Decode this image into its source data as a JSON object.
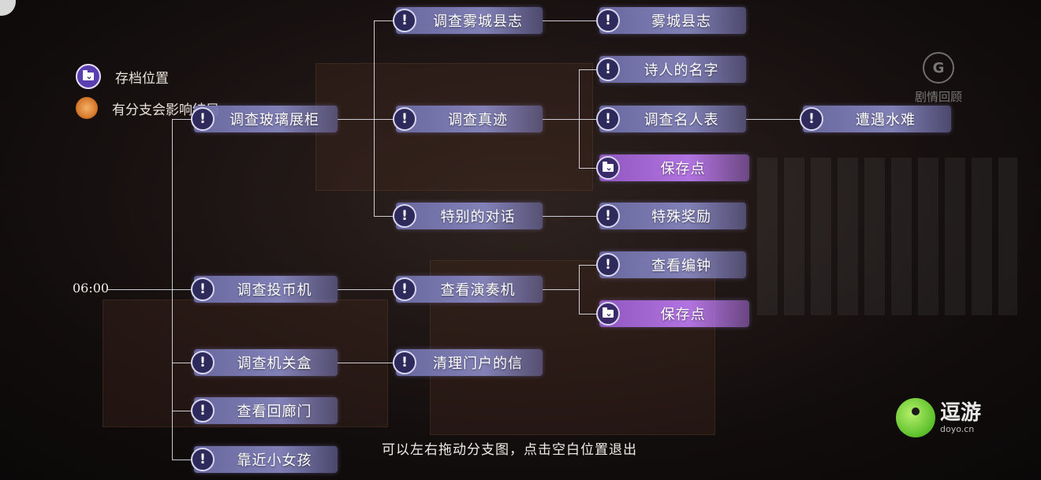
{
  "legend": {
    "save_label": "存档位置",
    "branch_label": "有分支会影响结局"
  },
  "time_label": "06:00",
  "hint": "可以左右拖动分支图，点击空白位置退出",
  "review_button": {
    "label": "剧情回顾",
    "icon": "story-review-icon"
  },
  "watermark": {
    "title": "逗游",
    "sub": "doyo.cn"
  },
  "nodes": {
    "glass_cabinet": "调查玻璃展柜",
    "coin_machine": "调查投币机",
    "mechanism_box": "调查机关盒",
    "corridor_door": "查看回廊门",
    "little_girl": "靠近小女孩",
    "county_records": "调查雾城县志",
    "authentic_works": "调查真迹",
    "special_dialogue": "特别的对话",
    "player_machine": "查看演奏机",
    "clear_letter": "清理门户的信",
    "wucheng_records": "雾城县志",
    "poet_name": "诗人的名字",
    "celebrity_table": "调查名人表",
    "save_point_1": "保存点",
    "special_reward": "特殊奖励",
    "bianzhong": "查看编钟",
    "save_point_2": "保存点",
    "drowning": "遭遇水难"
  },
  "icons": {
    "event": "!",
    "save": "folder-save-icon"
  }
}
